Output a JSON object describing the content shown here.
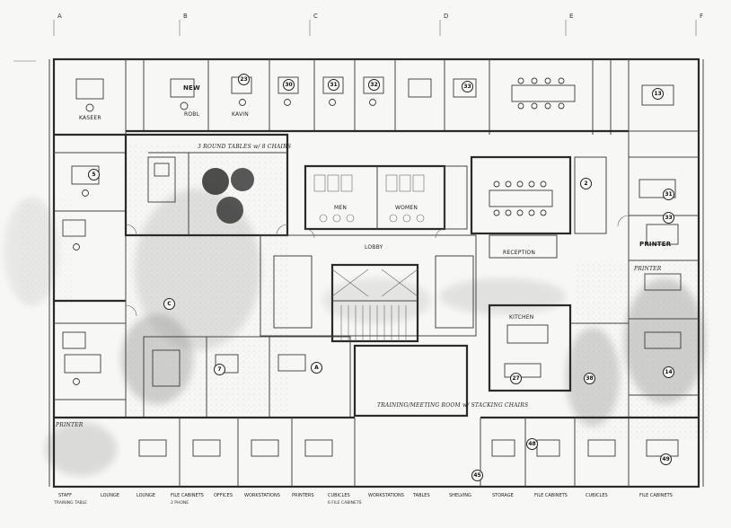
{
  "grid_labels": [
    "A",
    "B",
    "C",
    "D",
    "E",
    "F"
  ],
  "room_labels": {
    "office_1": "KASEER",
    "office_2": "NEW",
    "office_3": "ROBL",
    "office_4": "KAVIN",
    "office_5": "",
    "office_6": "",
    "conference_ne": "",
    "round_tables": "3 ROUND TABLES w/ 8 CHAIRS",
    "men": "MEN",
    "women": "WOMEN",
    "lobby": "LOBBY",
    "training_room": "TRAINING/MEETING ROOM w/ STACKING CHAIRS",
    "reception": "RECEPTION",
    "kitchen": "KITCHEN",
    "printer": "PRINTER"
  },
  "room_numbers": [
    "23",
    "30",
    "31",
    "32",
    "33",
    "13",
    "5",
    "2",
    "27",
    "31",
    "33",
    "38",
    "48",
    "49",
    "45",
    "7",
    "A",
    "C",
    "14"
  ],
  "footer_labels": [
    "STAFF",
    "LOUNGE",
    "LOUNGE",
    "FILE CABINETS",
    "OFFICES",
    "WORKSTATIONS",
    "PRINTERS",
    "CUBICLES",
    "WORKSTATIONS",
    "TABLES",
    "SHELVING",
    "STORAGE",
    "FILE CABINETS",
    "CUBICLES",
    "FILE CABINETS"
  ],
  "footer_sublabels": [
    "TRAINING TABLE",
    "2 PHONE",
    "6 FILE CABINETS"
  ],
  "annotations": {
    "left_note": "PRINTER",
    "right_note": "PRINTER"
  }
}
